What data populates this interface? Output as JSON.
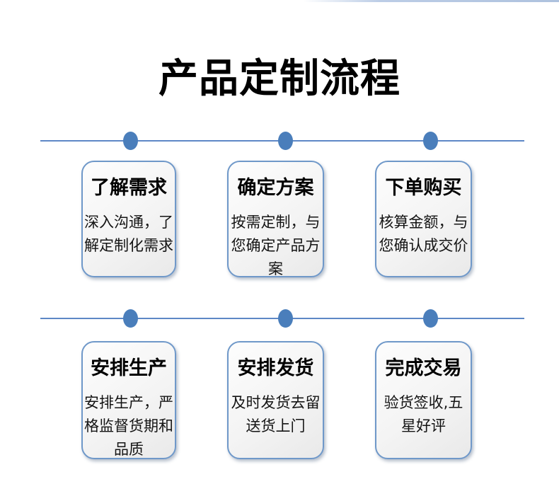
{
  "title": "产品定制流程",
  "colors": {
    "timeline_blue": "#5d87c6",
    "dot_blue": "#4a7ebb",
    "card_border_blue": "#6f98c9",
    "card_background": "#f2f2f2"
  },
  "rows": [
    {
      "steps": [
        {
          "title": "了解需求",
          "desc": "深入沟通，了解定制化需求"
        },
        {
          "title": "确定方案",
          "desc": "按需定制，与您确定产品方案"
        },
        {
          "title": "下单购买",
          "desc": "核算金额，与您确认成交价"
        }
      ]
    },
    {
      "steps": [
        {
          "title": "安排生产",
          "desc": "安排生产，严格监督货期和品质"
        },
        {
          "title": "安排发货",
          "desc": "及时发货去留送货上门"
        },
        {
          "title": "完成交易",
          "desc": "验货签收,五星好评"
        }
      ]
    }
  ]
}
